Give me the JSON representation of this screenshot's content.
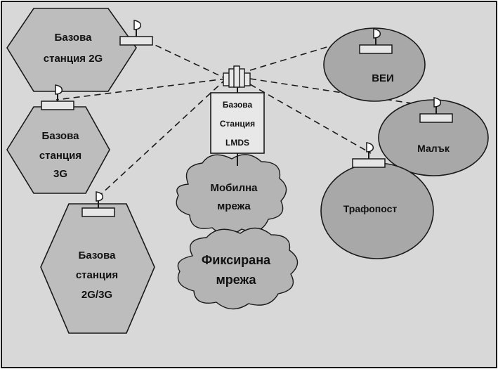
{
  "nodes": {
    "bs2g": {
      "line1": "Базова",
      "line2": "станция 2G"
    },
    "bs3g": {
      "line1": "Базова",
      "line2": "станция",
      "line3": "3G"
    },
    "bs2g3g": {
      "line1": "Базова",
      "line2": "станция",
      "line3": "2G/3G"
    },
    "lmds": {
      "line1": "Базова",
      "line2": "Станция",
      "line3": "LMDS"
    },
    "vei": {
      "label": "ВЕИ"
    },
    "malak": {
      "label": "Малък"
    },
    "trafopost": {
      "label": "Трафопост"
    },
    "mobile_net": {
      "line1": "Мобилна",
      "line2": "мрежа"
    },
    "fixed_net": {
      "line1": "Фиксирана",
      "line2": "мрежа"
    }
  },
  "colors": {
    "background": "#d8d8d8",
    "hexagon": "#bdbdbd",
    "ellipse": "#a8a8a8",
    "cloud": "#b4b4b4",
    "stroke": "#1a1a1a"
  }
}
